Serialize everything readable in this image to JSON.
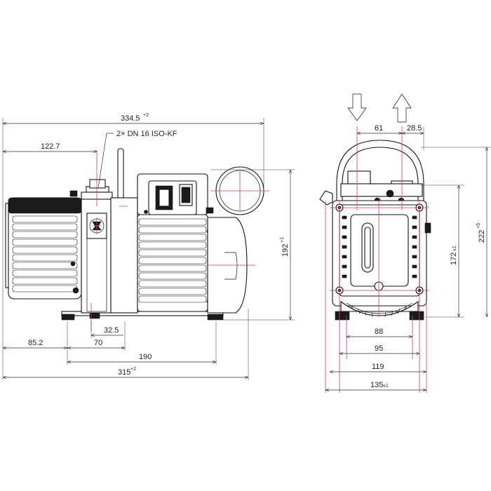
{
  "side_view": {
    "overall_length": {
      "value": "334.5",
      "tol": "+2"
    },
    "flange_label": "2× DN 16 ISO-KF",
    "flange_offset": "122.7",
    "height": {
      "value": "192",
      "tol": "+1"
    },
    "foot_offset": "32.5",
    "front_overhang": "85.2",
    "foot_spacing_front": "70",
    "foot_spacing": "190",
    "base_length": {
      "value": "315",
      "tol": "+2"
    }
  },
  "end_view": {
    "inlet_offset": "61",
    "outlet_offset": "28.5",
    "mount_height": {
      "value": "172",
      "tol": "±1"
    },
    "overall_height": {
      "value": "222",
      "tol": "+5"
    },
    "foot_width_inner": "88",
    "foot_width_outer": "95",
    "body_width": "119",
    "overall_width": {
      "value": "135",
      "tol": "±1"
    }
  },
  "icons": {
    "inlet": "arrow-down-icon",
    "outlet": "arrow-up-icon"
  },
  "colors": {
    "centerline": "#e0336b",
    "outline": "#111111"
  }
}
